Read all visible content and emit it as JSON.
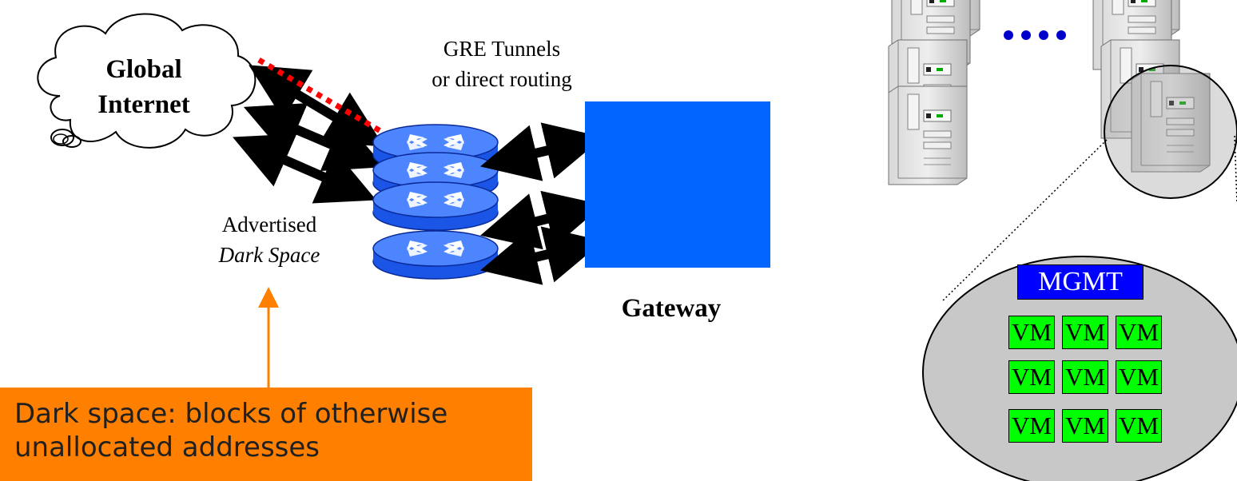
{
  "cloud": {
    "label_line1": "Global",
    "label_line2": "Internet"
  },
  "tunnels": {
    "label_line1": "GRE Tunnels",
    "label_line2": "or direct routing"
  },
  "dark_space": {
    "label_line1": "Advertised",
    "label_line2": "Dark Space"
  },
  "gateway": {
    "label": "Gateway",
    "color": "#0066ff"
  },
  "callout": {
    "text_line1": "Dark space: blocks of otherwise",
    "text_line2": "unallocated addresses",
    "color": "#ff8000"
  },
  "cluster": {
    "mgmt_label": "MGMT",
    "vm_label": "VM",
    "vm_grid": [
      [
        "VM",
        "VM",
        "VM"
      ],
      [
        "VM",
        "VM",
        "VM"
      ],
      [
        "VM",
        "VM",
        "VM"
      ]
    ]
  },
  "colors": {
    "router": "#3366ff",
    "mgmt": "#0000ff",
    "vm": "#00ff00",
    "ellipsis_dots": "#0000cc",
    "attack_path": "#ff0000"
  }
}
